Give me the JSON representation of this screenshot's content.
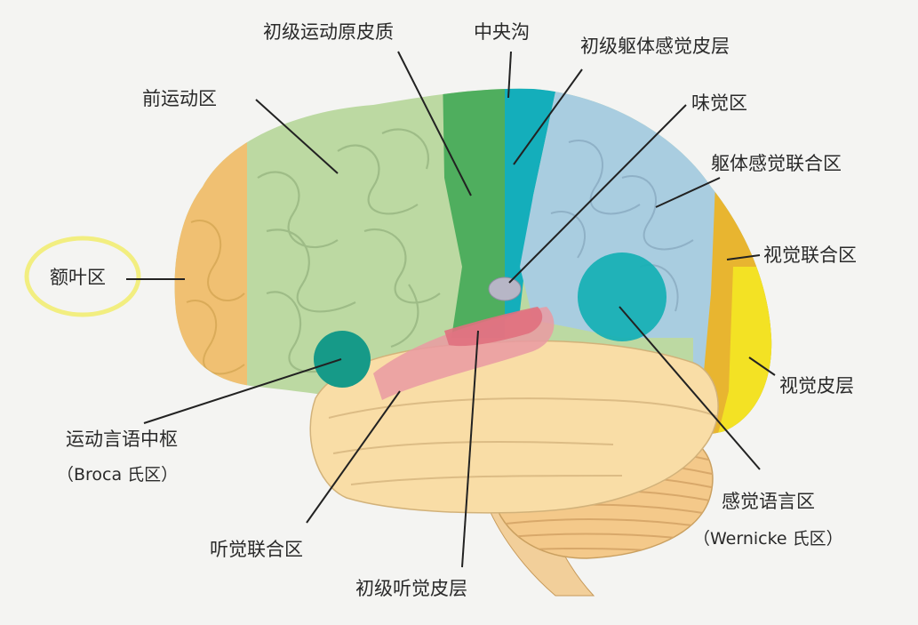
{
  "labels": {
    "primary_motor": "初级运动原皮质",
    "central_sulcus": "中央沟",
    "primary_somatosensory": "初级躯体感觉皮层",
    "premotor": "前运动区",
    "gustatory": "味觉区",
    "somatosensory_assoc": "躯体感觉联合区",
    "frontal": "额叶区",
    "visual_assoc": "视觉联合区",
    "visual_cortex": "视觉皮层",
    "broca_line1": "运动言语中枢",
    "broca_line2": "（Broca 氏区）",
    "auditory_assoc": "听觉联合区",
    "primary_auditory": "初级听觉皮层",
    "wernicke_line1": "感觉语言区",
    "wernicke_line2": "（Wernicke 氏区）"
  },
  "colors": {
    "frontal": "#f0c072",
    "premotor": "#bcd9a2",
    "motor": "#4fae5e",
    "somatosensory": "#14aebb",
    "parietal": "#a9cde0",
    "visual_assoc": "#e8b530",
    "visual": "#f3e224",
    "temporal": "#f9dda6",
    "auditory": "#ea9aa2",
    "cerebellum": "#f4c98a",
    "broca": "#169a88",
    "wernicke": "#18b0b5",
    "highlight_ring": "#f2ee80"
  }
}
